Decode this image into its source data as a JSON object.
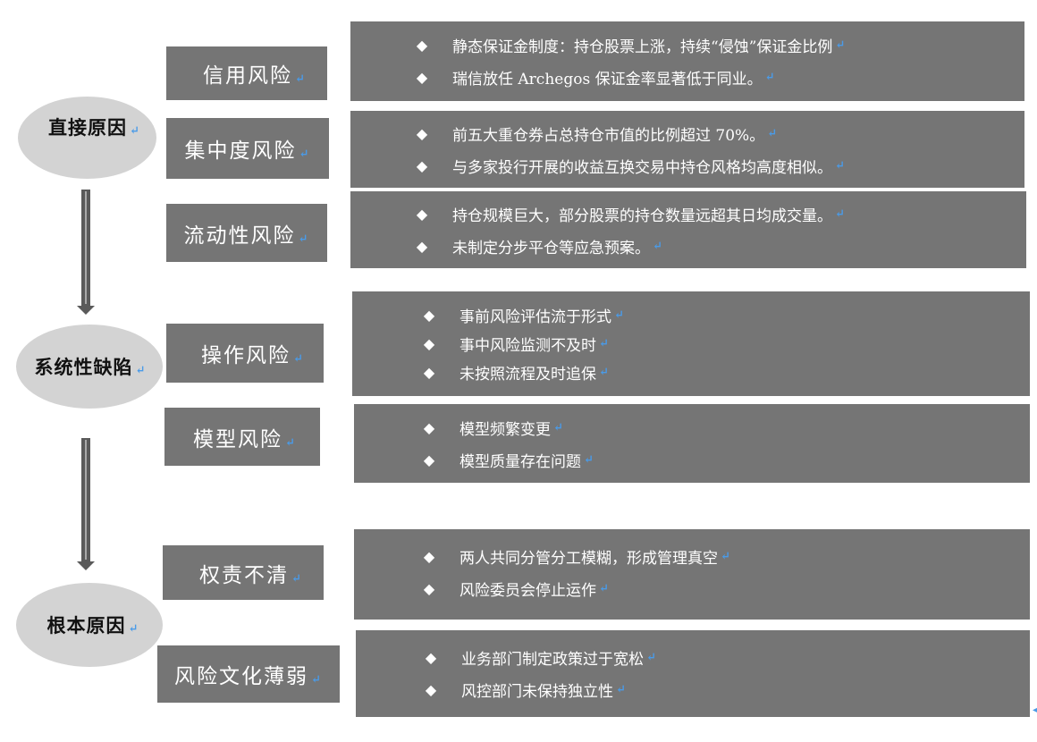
{
  "return_mark": "↵",
  "stages": [
    {
      "label": "直接原因"
    },
    {
      "label": "系统性缺陷"
    },
    {
      "label": "根本原因"
    }
  ],
  "arrows": [
    {
      "icon": "down-arrow-icon"
    },
    {
      "icon": "down-arrow-icon"
    }
  ],
  "categories": [
    {
      "label": "信用风险",
      "bullets": [
        "静态保证金制度：持仓股票上涨，持续“侵蚀”保证金比例",
        "瑞信放任 Archegos 保证金率显著低于同业。"
      ]
    },
    {
      "label": "集中度风险",
      "bullets": [
        "前五大重仓券占总持仓市值的比例超过 70%。",
        "与多家投行开展的收益互换交易中持仓风格均高度相似。"
      ]
    },
    {
      "label": "流动性风险",
      "bullets": [
        "持仓规模巨大，部分股票的持仓数量远超其日均成交量。",
        "未制定分步平仓等应急预案。"
      ]
    },
    {
      "label": "操作风险",
      "bullets": [
        "事前风险评估流于形式",
        "事中风险监测不及时",
        "未按照流程及时追保"
      ]
    },
    {
      "label": "模型风险",
      "bullets": [
        "模型频繁变更",
        "模型质量存在问题"
      ]
    },
    {
      "label": "权责不清",
      "bullets": [
        "两人共同分管分工模糊，形成管理真空",
        "风险委员会停止运作"
      ]
    },
    {
      "label": "风险文化薄弱",
      "bullets": [
        "业务部门制定政策过于宽松",
        "风控部门未保持独立性"
      ]
    }
  ],
  "bullet_glyph": "◆",
  "colors": {
    "box_fill": "#757575",
    "ellipse_fill": "#d3d3d3",
    "arrow": "#5a5a5a",
    "return_mark": "#4a9be8"
  }
}
